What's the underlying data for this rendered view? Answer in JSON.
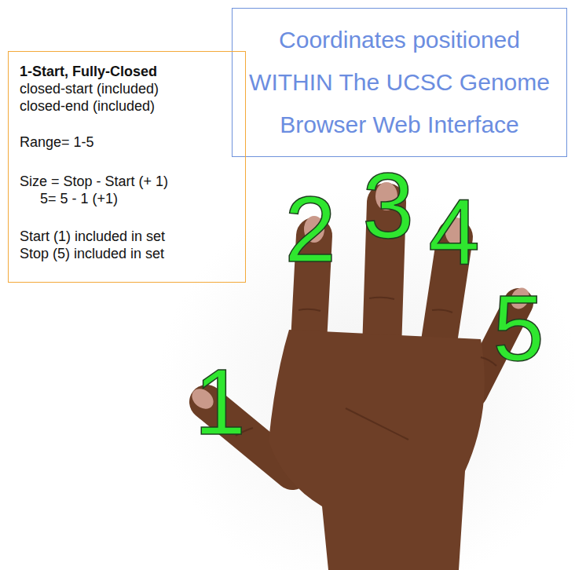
{
  "diagram": {
    "nodes": [
      {
        "text": [
          "Coordinates positioned WITHIN The UCSC Genome Browser Web Interface"
        ]
      },
      {
        "text": [
          "1-Start, Fully-Closed",
          "closed-start (included)",
          "closed-end (included)",
          "Range= 1-5",
          "Size = Stop - Start (+ 1)",
          "5= 5 - 1 (+1)",
          "Start (1) included in set",
          "Stop (5) included in set"
        ]
      }
    ],
    "labels": [
      "1",
      "2",
      "3",
      "4",
      "5"
    ]
  }
}
